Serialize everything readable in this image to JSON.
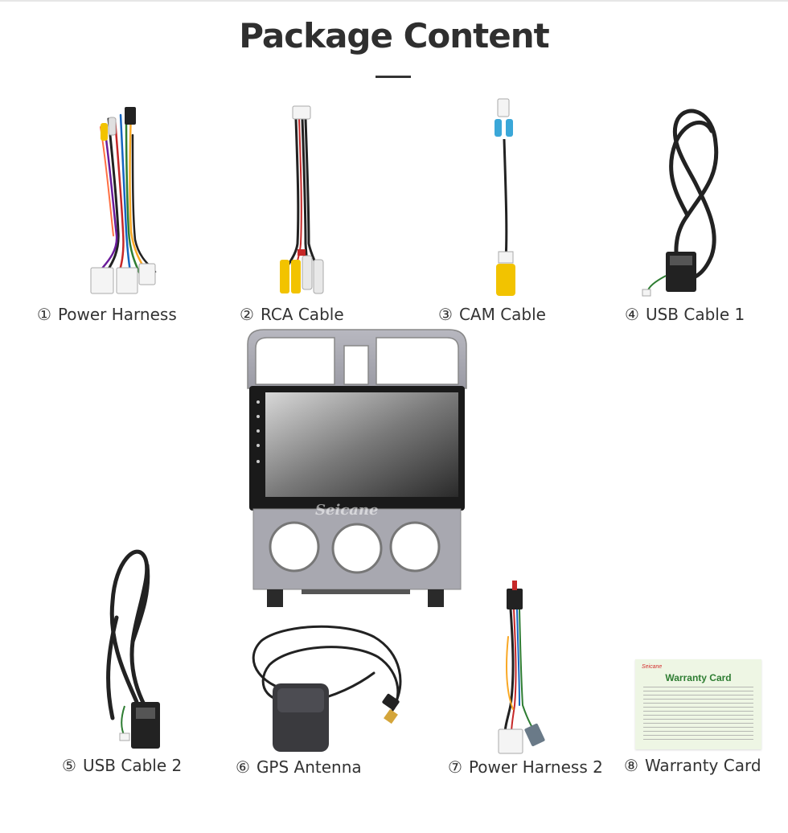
{
  "title": "Package Content",
  "brand_watermark": "Seicane",
  "items": [
    {
      "num": "①",
      "label": "Power Harness"
    },
    {
      "num": "②",
      "label": "RCA Cable"
    },
    {
      "num": "③",
      "label": "CAM Cable"
    },
    {
      "num": "④",
      "label": "USB Cable 1"
    },
    {
      "num": "⑤",
      "label": "USB Cable 2"
    },
    {
      "num": "⑥",
      "label": "GPS Antenna"
    },
    {
      "num": "⑦",
      "label": "Power Harness 2"
    },
    {
      "num": "⑧",
      "label": "Warranty Card"
    }
  ],
  "warranty_card": {
    "brand": "Seicane",
    "heading": "Warranty Card"
  },
  "colors": {
    "title": "#2f2f2f",
    "card_green": "#2e7d32",
    "card_bg": "#eef6e4",
    "brand_red": "#d32f2f",
    "rca_yellow": "#f2c300",
    "cam_blue": "#3aa7d8"
  }
}
